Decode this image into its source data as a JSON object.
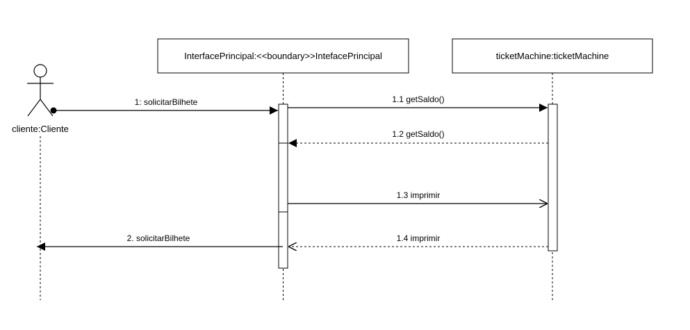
{
  "participants": {
    "actor": {
      "name": "cliente:Cliente"
    },
    "boundary": {
      "name": "InterfacePrincipal:<<boundary>>IntefacePrincipal"
    },
    "machine": {
      "name": "ticketMachine:ticketMachine"
    }
  },
  "messages": {
    "m1": "1: solicitarBilhete",
    "m11": "1.1 getSaldo()",
    "m12": "1.2 getSaldo()",
    "m13": "1.3 imprimir",
    "m14": "1.4 imprimir",
    "m2": "2. solicitarBilhete"
  }
}
